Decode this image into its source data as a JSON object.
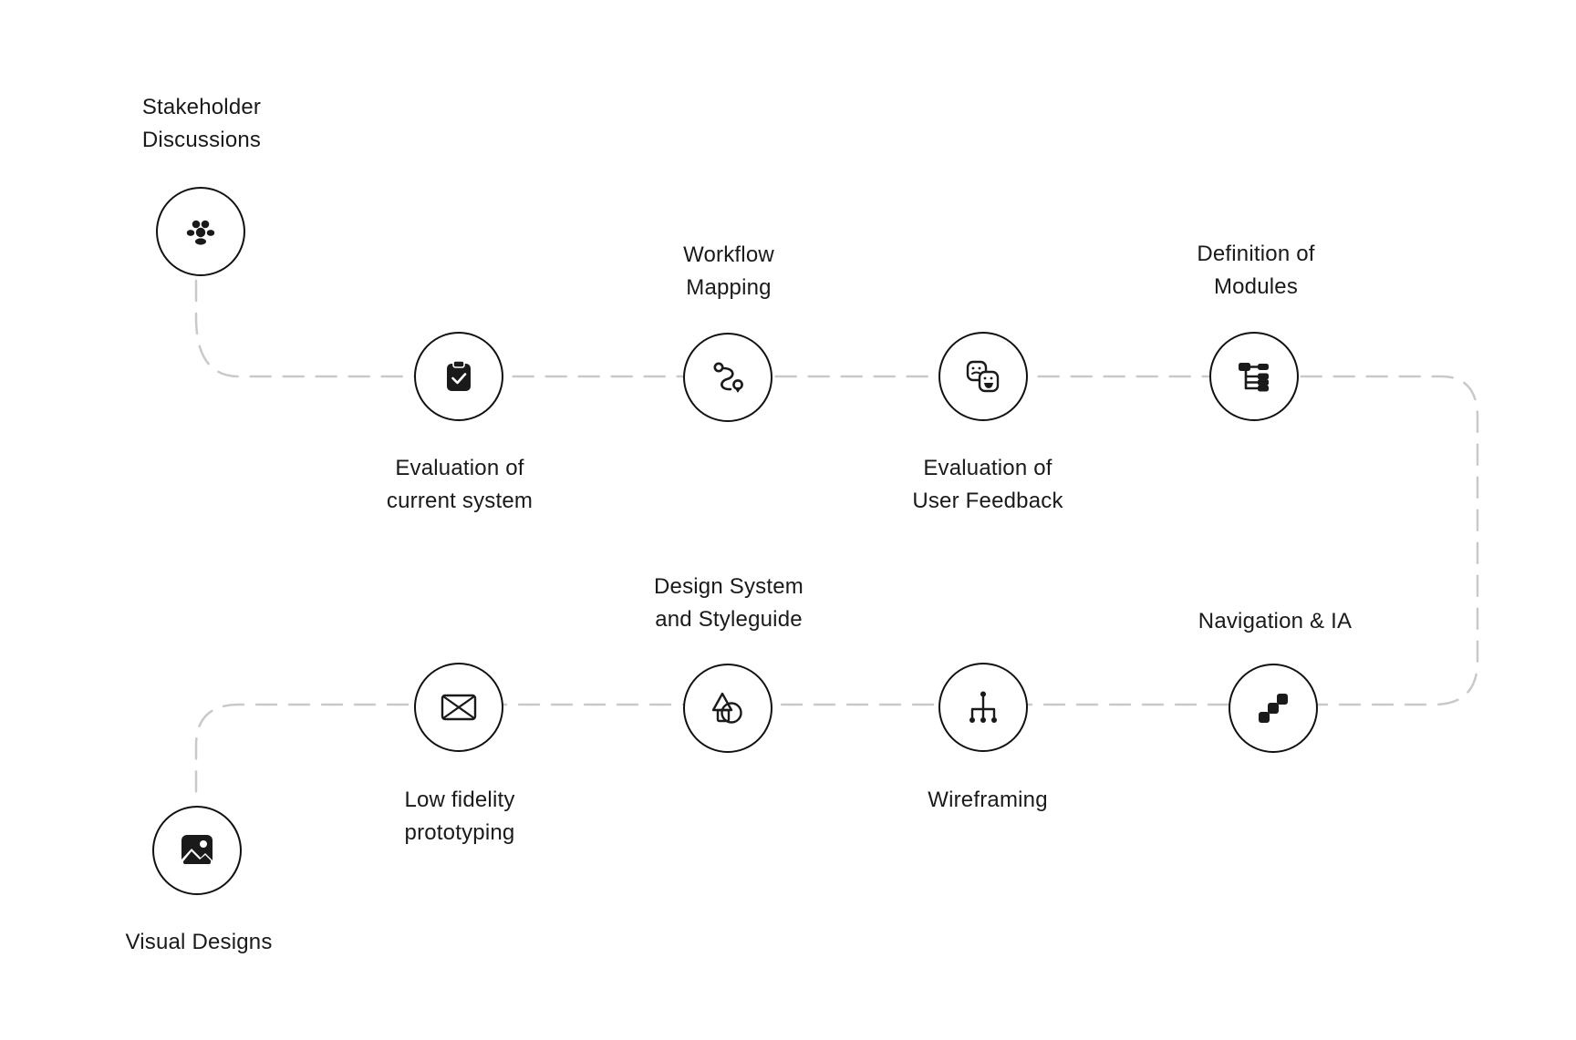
{
  "colors": {
    "path": "#c9c9c9",
    "node_border": "#111111",
    "icon": "#1a1a1a",
    "text": "#1a1a1a",
    "background": "#ffffff"
  },
  "steps": [
    {
      "label_lines": [
        "Stakeholder",
        "Discussions"
      ],
      "icon": "people-group-icon"
    },
    {
      "label_lines": [
        "Evaluation of",
        "current system"
      ],
      "icon": "clipboard-check-icon"
    },
    {
      "label_lines": [
        "Workflow",
        "Mapping"
      ],
      "icon": "route-icon"
    },
    {
      "label_lines": [
        "Evaluation of",
        "User Feedback"
      ],
      "icon": "feedback-faces-icon"
    },
    {
      "label_lines": [
        "Definition of",
        "Modules"
      ],
      "icon": "tree-structure-icon"
    },
    {
      "label_lines": [
        "Navigation & IA"
      ],
      "icon": "stepped-blocks-icon"
    },
    {
      "label_lines": [
        "Wireframing"
      ],
      "icon": "hierarchy-icon"
    },
    {
      "label_lines": [
        "Design System",
        "and Styleguide"
      ],
      "icon": "shapes-icon"
    },
    {
      "label_lines": [
        "Low fidelity",
        "prototyping"
      ],
      "icon": "wireframe-box-icon"
    },
    {
      "label_lines": [
        "Visual Designs"
      ],
      "icon": "image-icon"
    }
  ]
}
